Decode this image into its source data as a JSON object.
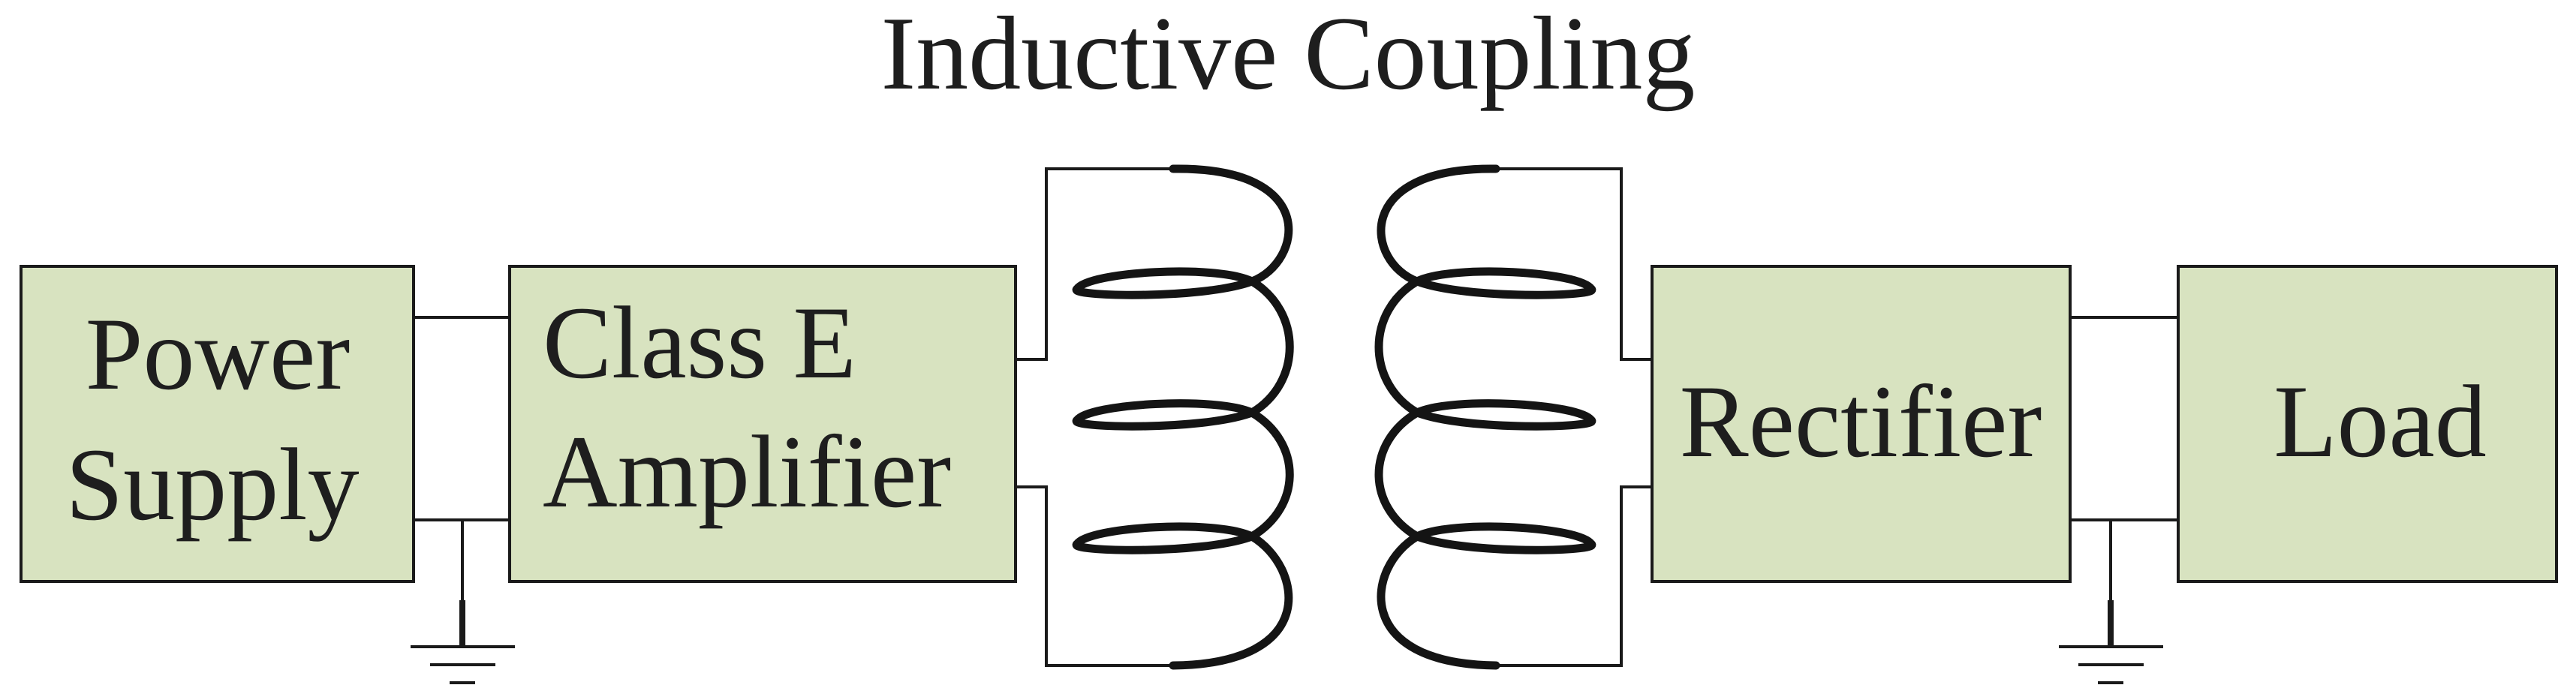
{
  "title": "Inductive Coupling",
  "block_fill": "#d8e3c0",
  "blocks": {
    "power_supply": {
      "lines": [
        "Power",
        "Supply"
      ]
    },
    "class_e_amplifier": {
      "lines": [
        "Class E",
        "Amplifier"
      ]
    },
    "rectifier": {
      "lines": [
        "Rectifier"
      ]
    },
    "load": {
      "lines": [
        "Load"
      ]
    }
  }
}
